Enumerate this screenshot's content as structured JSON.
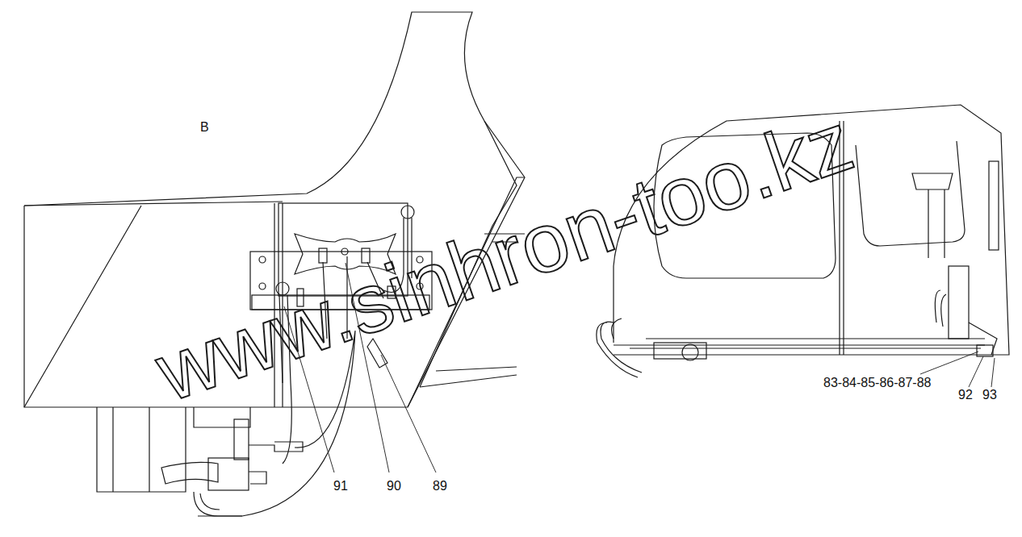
{
  "diagram": {
    "labels": [
      "B",
      "91",
      "90",
      "89",
      "83-84-85-86-87-88",
      "92",
      "93",
      "www.sinhron-too.kz"
    ]
  }
}
